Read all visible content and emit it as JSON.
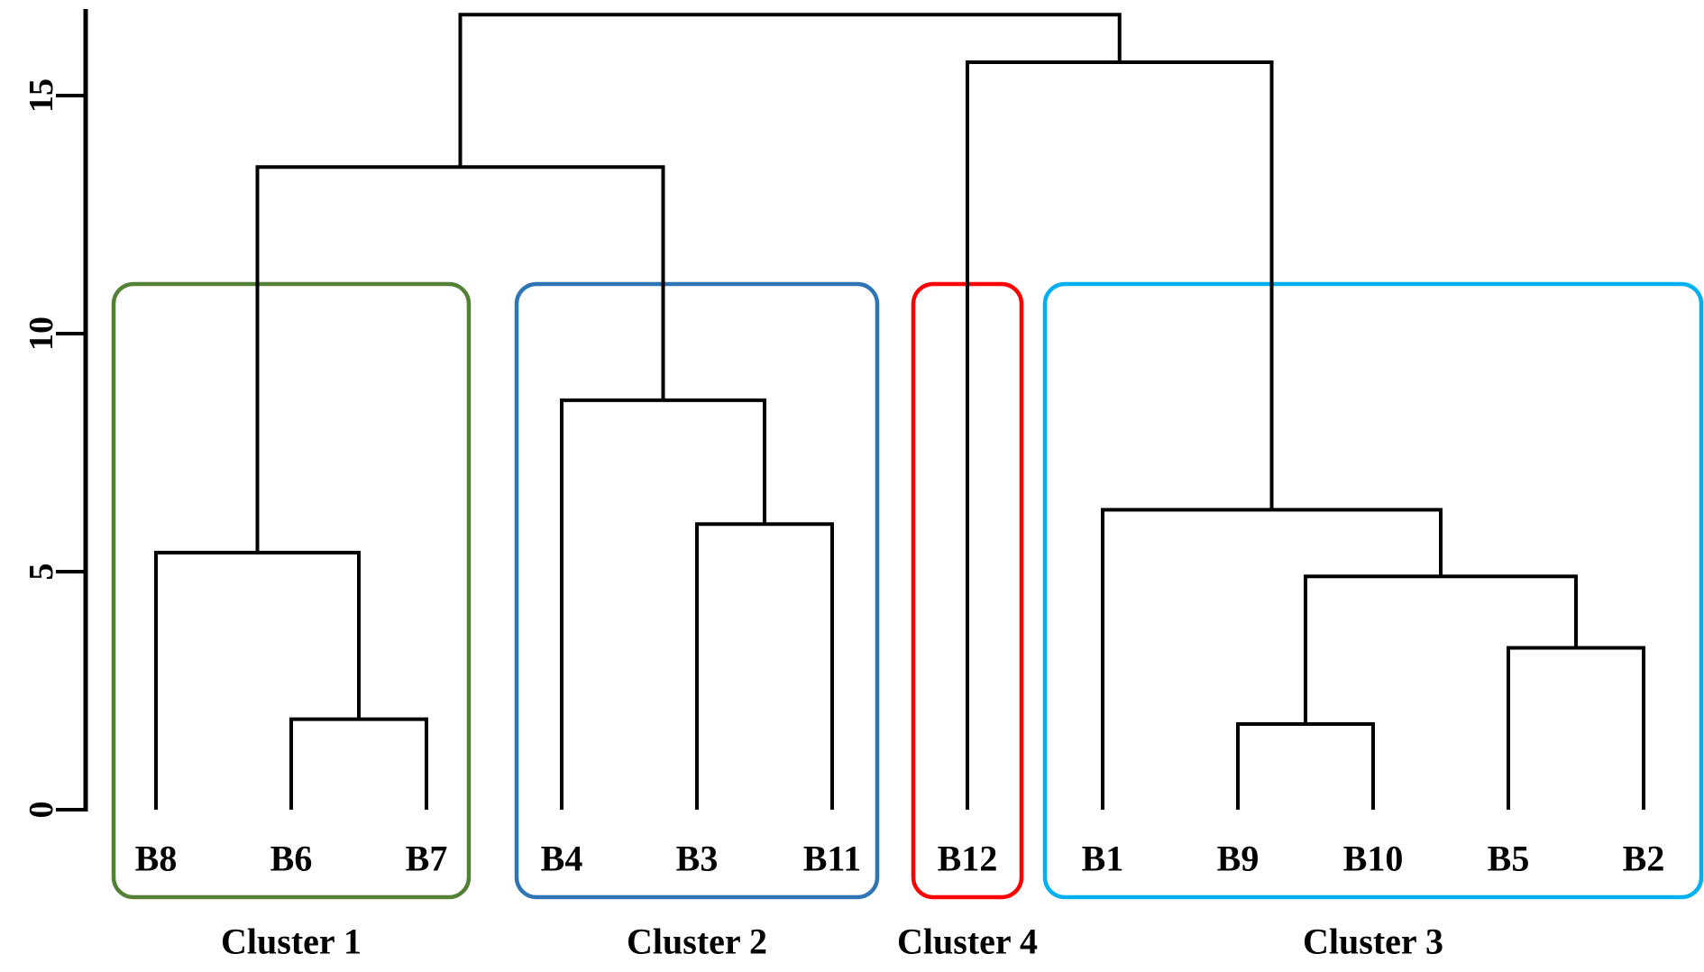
{
  "figure": {
    "background": "#ffffff",
    "line_color": "#000000"
  },
  "chart_data": {
    "type": "dendrogram",
    "orientation": "vertical",
    "title": "",
    "xlabel": "",
    "ylabel": "",
    "y_axis": {
      "min": 0,
      "max": 17,
      "ticks": [
        0,
        5,
        10,
        15
      ],
      "tick_labels": [
        "0",
        "5",
        "10",
        "15"
      ],
      "label_rotation_deg": -90
    },
    "leaves": [
      "B8",
      "B6",
      "B7",
      "B4",
      "B3",
      "B11",
      "B12",
      "B1",
      "B9",
      "B10",
      "B5",
      "B2"
    ],
    "merges": [
      {
        "id": "M1",
        "a": "B6",
        "b": "B7",
        "height": 1.9
      },
      {
        "id": "M2",
        "a": "B9",
        "b": "B10",
        "height": 1.8
      },
      {
        "id": "M3",
        "a": "B5",
        "b": "B2",
        "height": 3.4
      },
      {
        "id": "M4",
        "a": "M2",
        "b": "M3",
        "height": 4.9
      },
      {
        "id": "M5",
        "a": "B8",
        "b": "M1",
        "height": 5.4
      },
      {
        "id": "M6",
        "a": "B3",
        "b": "B11",
        "height": 6.0
      },
      {
        "id": "M7",
        "a": "B1",
        "b": "M4",
        "height": 6.3
      },
      {
        "id": "M8",
        "a": "B4",
        "b": "M6",
        "height": 8.6
      },
      {
        "id": "M9",
        "a": "M5",
        "b": "M8",
        "height": 13.5
      },
      {
        "id": "M10",
        "a": "B12",
        "b": "M7",
        "height": 15.7
      },
      {
        "id": "M11",
        "a": "M9",
        "b": "M10",
        "height": 16.7
      }
    ],
    "clusters": [
      {
        "label": "Cluster 1",
        "color": "#538135",
        "members": [
          "B8",
          "B6",
          "B7"
        ]
      },
      {
        "label": "Cluster 2",
        "color": "#2E75B6",
        "members": [
          "B4",
          "B3",
          "B11"
        ]
      },
      {
        "label": "Cluster 4",
        "color": "#FF0000",
        "members": [
          "B12"
        ]
      },
      {
        "label": "Cluster 3",
        "color": "#00B0F0",
        "members": [
          "B1",
          "B9",
          "B10",
          "B5",
          "B2"
        ]
      }
    ],
    "legend": null,
    "grid": false
  }
}
